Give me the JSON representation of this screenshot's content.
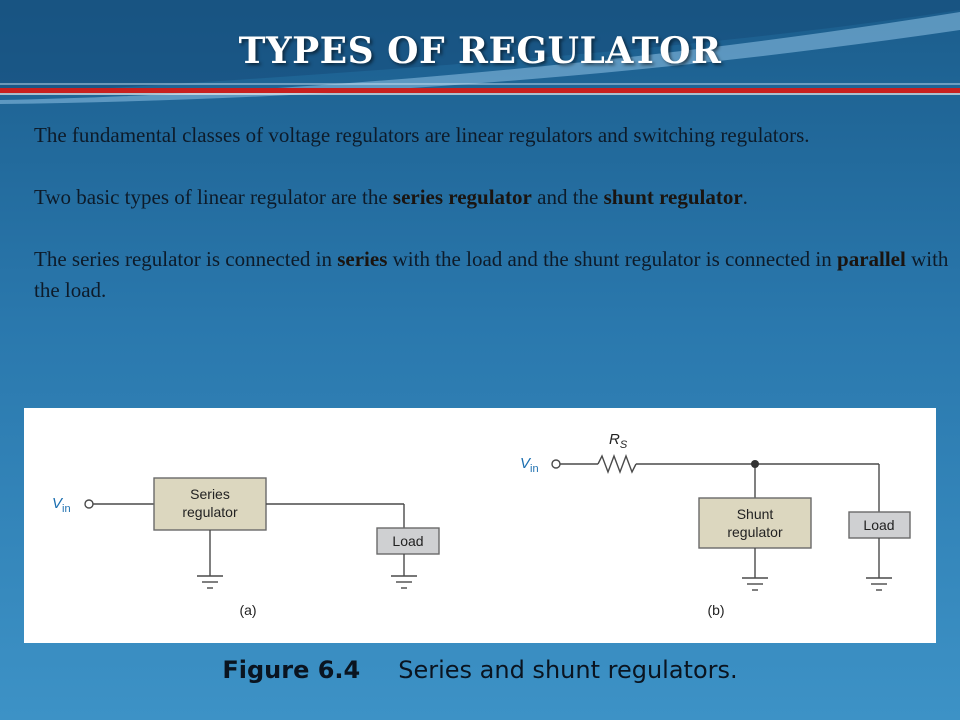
{
  "slide": {
    "title": "TYPES OF REGULATOR",
    "paragraphs": [
      {
        "segments": [
          {
            "t": "The fundamental classes of voltage regulators are linear regulators and switching regulators.",
            "b": false
          }
        ]
      },
      {
        "segments": [
          {
            "t": "Two basic types of linear regulator are the ",
            "b": false
          },
          {
            "t": "series regulator",
            "b": true
          },
          {
            "t": " and the ",
            "b": false
          },
          {
            "t": "shunt regulator",
            "b": true
          },
          {
            "t": ".",
            "b": false
          }
        ]
      },
      {
        "segments": [
          {
            "t": "The series regulator is connected in ",
            "b": false
          },
          {
            "t": "series",
            "b": true
          },
          {
            "t": " with the load and the shunt regulator is connected in ",
            "b": false
          },
          {
            "t": "parallel",
            "b": true
          },
          {
            "t": " with the load.",
            "b": false
          }
        ]
      }
    ],
    "caption": {
      "number": "Figure 6.4",
      "text": "Series and shunt regulators."
    }
  },
  "figure": {
    "a": {
      "vin": "V",
      "vin_sub": "in",
      "regulator_line1": "Series",
      "regulator_line2": "regulator",
      "load": "Load",
      "label": "(a)"
    },
    "b": {
      "vin": "V",
      "vin_sub": "in",
      "resistor": "R",
      "resistor_sub": "S",
      "regulator_line1": "Shunt",
      "regulator_line2": "regulator",
      "load": "Load",
      "label": "(b)"
    }
  },
  "colors": {
    "regulator_fill": "#dcd7bf",
    "load_fill": "#cfd0d2",
    "wire": "#4a4a4a",
    "vin_text": "#1c6fb0",
    "accent_red": "#c8201f"
  }
}
